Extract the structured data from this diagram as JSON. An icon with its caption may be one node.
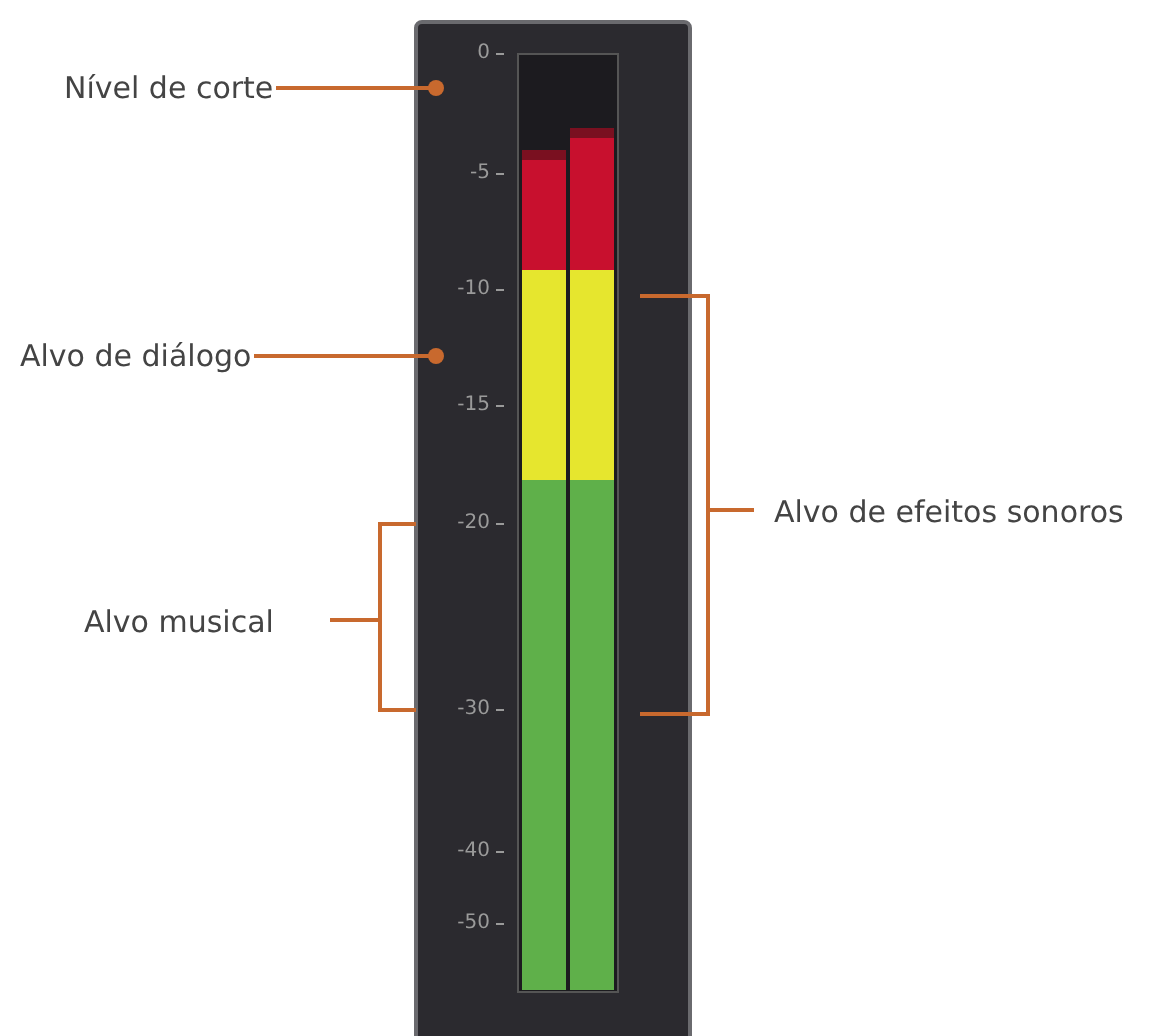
{
  "diagram": {
    "nodes": [
      {
        "text": [
          "Nível de corte"
        ]
      },
      {
        "text": [
          "Alvo de diálogo"
        ]
      }
    ],
    "edges": [
      {
        "from": 0,
        "to": null,
        "arrow": "other"
      },
      {
        "from": 1,
        "to": null,
        "arrow": "other"
      }
    ],
    "labels": [
      "0",
      "-5",
      "-10",
      "-15",
      "-20",
      "-30",
      "-40",
      "-50",
      "Alvo musical",
      "Alvo de efeitos sonoros"
    ]
  }
}
